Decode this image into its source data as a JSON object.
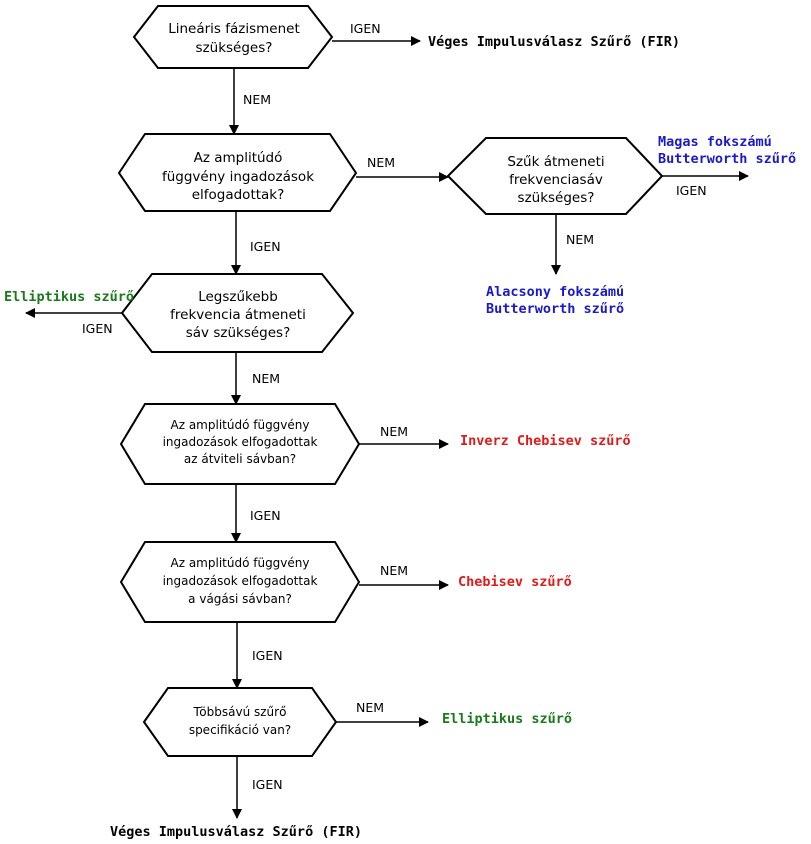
{
  "colors": {
    "black": "#000000",
    "green": "#1a7a1a",
    "blue": "#1a1ac8",
    "red": "#e01a1a"
  },
  "nodes": {
    "q1": [
      "Lineáris fázismenet",
      "szükséges?"
    ],
    "q2": [
      "Az amplitúdó",
      "függvény ingadozások",
      "elfogadottak?"
    ],
    "q3": [
      "Szűk átmeneti",
      "frekvenciasáv",
      "szükséges?"
    ],
    "q4": [
      "Legszűkebb",
      "frekvencia átmeneti",
      "sáv szükséges?"
    ],
    "q5": [
      "Az amplitúdó függvény",
      "ingadozások elfogadottak",
      "az átviteli sávban?"
    ],
    "q6": [
      "Az amplitúdó függvény",
      "ingadozások elfogadottak",
      "a vágási sávban?"
    ],
    "q7": [
      "Többsávú szűrő",
      "specifikáció van?"
    ]
  },
  "edges": {
    "q1_yes": "IGEN",
    "q1_no": "NEM",
    "q2_no": "NEM",
    "q2_yes": "IGEN",
    "q3_yes": "IGEN",
    "q3_no": "NEM",
    "q4_yes": "IGEN",
    "q4_no": "NEM",
    "q5_no": "NEM",
    "q5_yes": "IGEN",
    "q6_no": "NEM",
    "q6_yes": "IGEN",
    "q7_no": "NEM",
    "q7_yes": "IGEN"
  },
  "results": {
    "fir_top": {
      "lines": [
        "Véges Impulusválasz Szűrő (FIR)"
      ],
      "color": "black"
    },
    "butter_high": {
      "lines": [
        "Magas fokszámú",
        "Butterworth szűrő"
      ],
      "color": "blue"
    },
    "butter_low": {
      "lines": [
        "Alacsony fokszámú",
        "Butterworth szűrő"
      ],
      "color": "blue"
    },
    "ellip_left": {
      "lines": [
        "Elliptikus szűrő"
      ],
      "color": "green"
    },
    "inv_cheb": {
      "lines": [
        "Inverz Chebisev szűrő"
      ],
      "color": "red"
    },
    "cheb": {
      "lines": [
        "Chebisev szűrő"
      ],
      "color": "red"
    },
    "ellip_right": {
      "lines": [
        "Elliptikus szűrő"
      ],
      "color": "green"
    },
    "fir_bottom": {
      "lines": [
        "Véges Impulusválasz Szűrő (FIR)"
      ],
      "color": "black"
    }
  }
}
